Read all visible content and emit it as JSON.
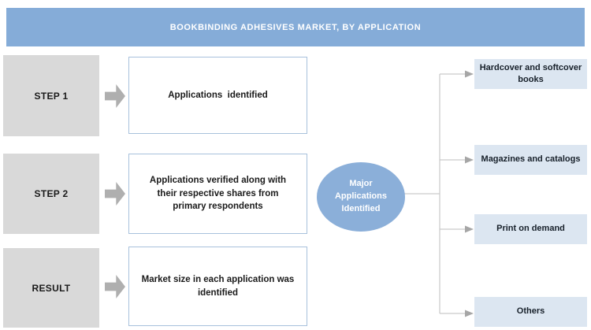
{
  "header": {
    "title": "BOOKBINDING ADHESIVES MARKET, BY APPLICATION"
  },
  "steps": [
    {
      "label": "STEP 1",
      "description": "Applications  identified"
    },
    {
      "label": "STEP 2",
      "description": "Applications verified along with their respective shares from primary respondents"
    },
    {
      "label": "RESULT",
      "description": "Market size in each application was identified"
    }
  ],
  "hub": {
    "label": "Major\nApplications\nIdentified"
  },
  "outputs": [
    {
      "label": "Hardcover and softcover books"
    },
    {
      "label": "Magazines and catalogs"
    },
    {
      "label": "Print on demand"
    },
    {
      "label": "Others"
    }
  ],
  "colors": {
    "banner_bg": "#85ACD8",
    "step_box_bg": "#D9D9D9",
    "block_arrow": "#AFAFAF",
    "desc_box_border": "#A8C1DC",
    "hub_bg": "#8BAFD9",
    "output_box_bg": "#DCE6F1",
    "connector_line": "#C9C9C9",
    "connector_arrowhead": "#A6A6A6",
    "text_dark": "#1A1A1A",
    "text_white": "#FFFFFF"
  }
}
